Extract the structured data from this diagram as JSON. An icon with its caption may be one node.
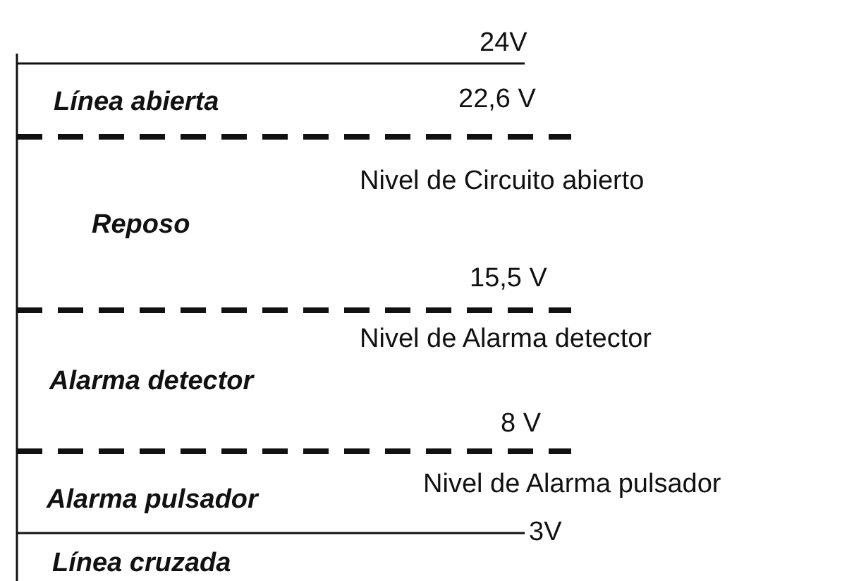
{
  "diagram": {
    "labels": [
      "24V",
      "Línea abierta",
      "22,6 V",
      "Nivel de Circuito abierto",
      "Reposo",
      "15,5 V",
      "Nivel de Alarma detector",
      "Alarma detector",
      "8 V",
      "Nivel de Alarma pulsador",
      "Alarma pulsador",
      "3V",
      "Línea cruzada"
    ]
  }
}
